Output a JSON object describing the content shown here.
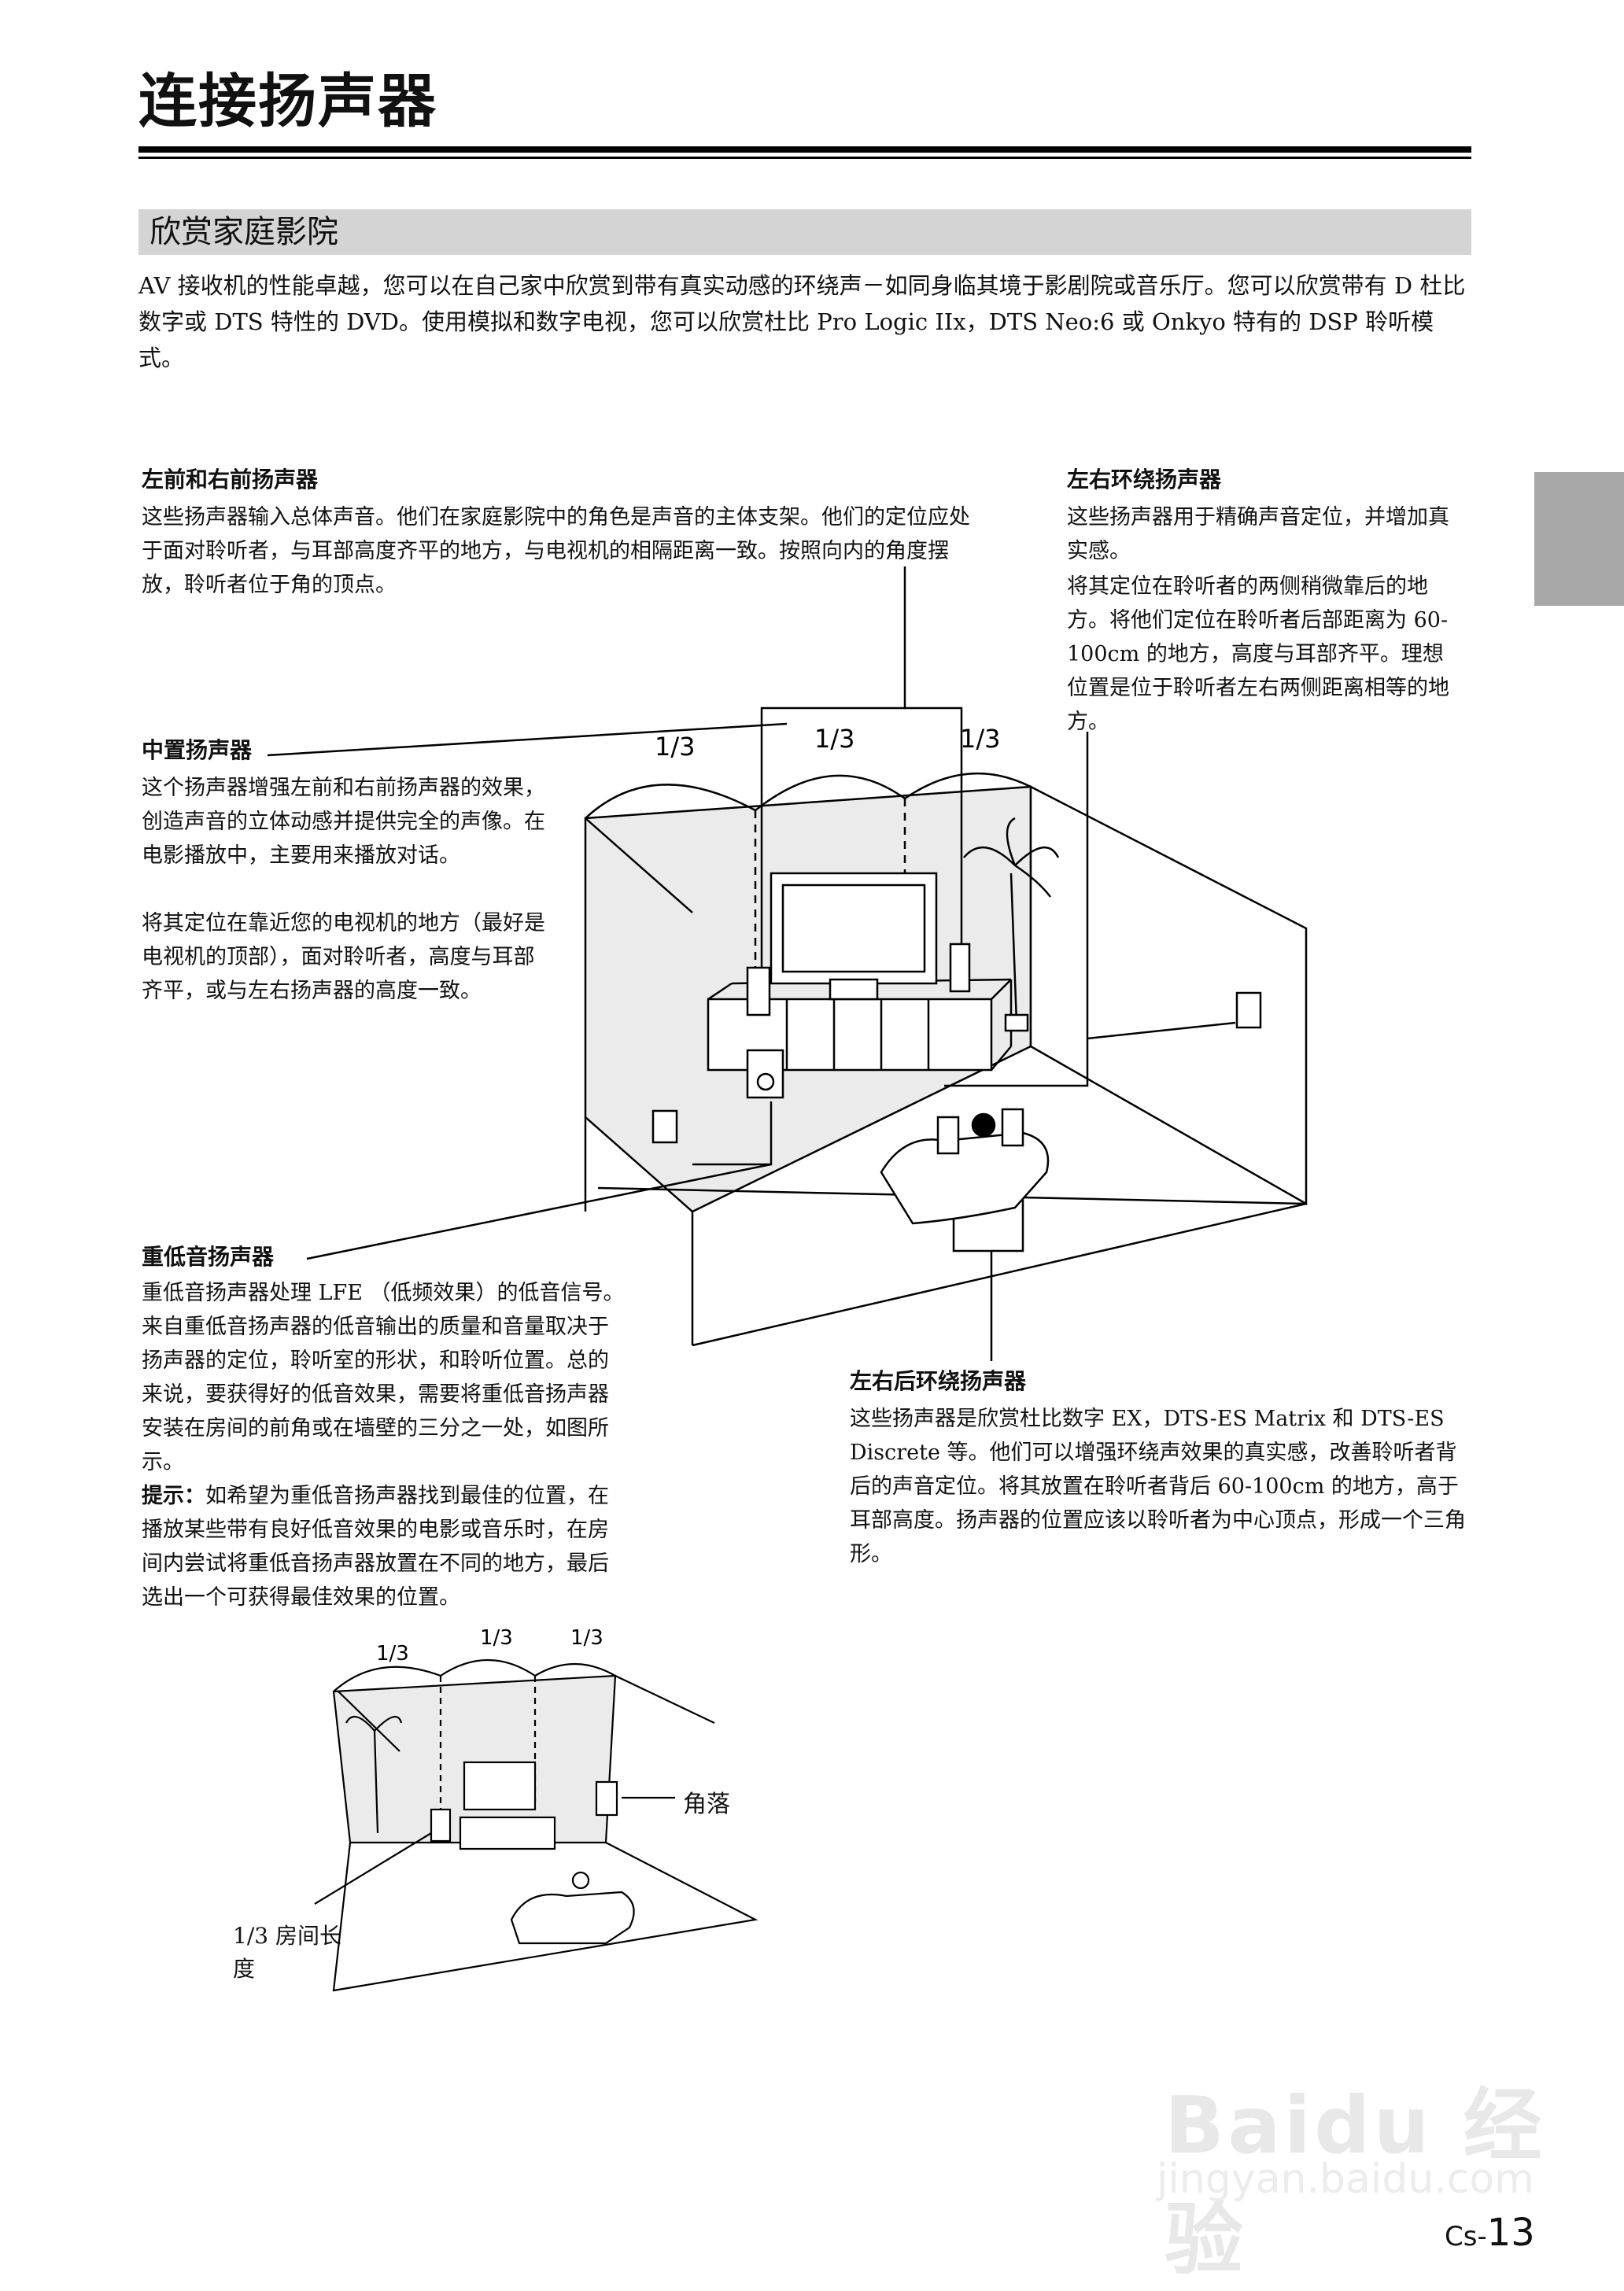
{
  "page": {
    "title": "连接扬声器",
    "section_title": "欣赏家庭影院",
    "intro": "AV 接收机的性能卓越，您可以在自己家中欣赏到带有真实动感的环绕声－如同身临其境于影剧院或音乐厅。您可以欣赏带有 D 杜比数字或 DTS 特性的 DVD。使用模拟和数字电视，您可以欣赏杜比 Pro Logic IIx，DTS Neo:6 或 Onkyo 特有的 DSP 聆听模式。",
    "page_number_prefix": "Cs-",
    "page_number": "13"
  },
  "sections": {
    "front": {
      "heading": "左前和右前扬声器",
      "body": "这些扬声器输入总体声音。他们在家庭影院中的角色是声音的主体支架。他们的定位应处于面对聆听者，与耳部高度齐平的地方，与电视机的相隔距离一致。按照向内的角度摆放，聆听者位于角的顶点。"
    },
    "surround": {
      "heading": "左右环绕扬声器",
      "body1": "这些扬声器用于精确声音定位，并增加真实感。",
      "body2": "将其定位在聆听者的两侧稍微靠后的地方。将他们定位在聆听者后部距离为 60-100cm 的地方，高度与耳部齐平。理想位置是位于聆听者左右两侧距离相等的地方。"
    },
    "center": {
      "heading": "中置扬声器",
      "body1": "这个扬声器增强左前和右前扬声器的效果，创造声音的立体动感并提供完全的声像。在电影播放中，主要用来播放对话。",
      "body2": "将其定位在靠近您的电视机的地方（最好是电视机的顶部），面对聆听者，高度与耳部齐平，或与左右扬声器的高度一致。"
    },
    "subwoofer": {
      "heading": "重低音扬声器",
      "body": "重低音扬声器处理 LFE （低频效果）的低音信号。 来自重低音扬声器的低音输出的质量和音量取决于扬声器的定位，聆听室的形状，和聆听位置。总的来说，要获得好的低音效果，需要将重低音扬声器安装在房间的前角或在墙壁的三分之一处，如图所示。",
      "tip_label": "提示：",
      "tip": "如希望为重低音扬声器找到最佳的位置，在播放某些带有良好低音效果的电影或音乐时，在房间内尝试将重低音扬声器放置在不同的地方，最后选出一个可获得最佳效果的位置。"
    },
    "rear": {
      "heading": "左右后环绕扬声器",
      "body": "这些扬声器是欣赏杜比数字 EX，DTS-ES Matrix 和 DTS-ES Discrete 等。他们可以增强环绕声效果的真实感，改善聆听者背后的声音定位。将其放置在聆听者背后 60-100cm 的地方，高于耳部高度。扬声器的位置应该以聆听者为中心顶点，形成一个三角形。"
    }
  },
  "diagram": {
    "third_label": "1/3",
    "corner_label": "角落",
    "room_third_label": "1/3 房间长度",
    "icons": [
      "speaker-icon",
      "subwoofer-icon",
      "tv-icon",
      "palm-plant-icon",
      "sofa-icon",
      "listener-icon"
    ]
  },
  "watermark": {
    "brand": "Baidu 经验",
    "url": "jingyan.baidu.com"
  }
}
